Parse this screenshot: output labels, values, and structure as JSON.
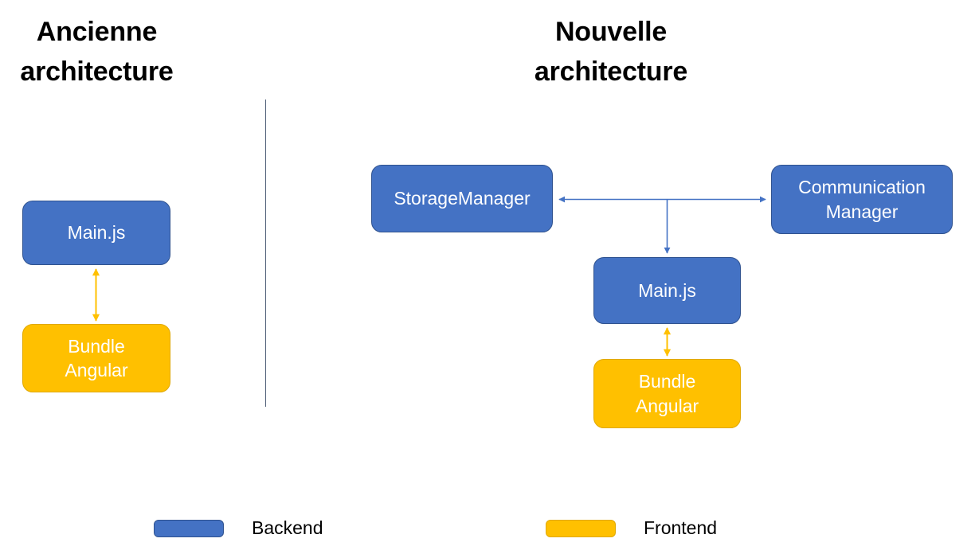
{
  "panels": {
    "old": {
      "title": "Ancienne\narchitecture",
      "nodes": [
        {
          "id": "old-main",
          "label": "Main.js",
          "layer": "backend"
        },
        {
          "id": "old-bundle",
          "label": "Bundle\nAngular",
          "layer": "frontend"
        }
      ]
    },
    "new": {
      "title": "Nouvelle\narchitecture",
      "nodes": [
        {
          "id": "storage",
          "label": "StorageManager",
          "layer": "backend"
        },
        {
          "id": "comm",
          "label": "Communication\nManager",
          "layer": "backend"
        },
        {
          "id": "new-main",
          "label": "Main.js",
          "layer": "backend"
        },
        {
          "id": "new-bundle",
          "label": "Bundle\nAngular",
          "layer": "frontend"
        }
      ]
    }
  },
  "connectors": [
    {
      "id": "old-main-bundle",
      "from": "old-main",
      "to": "old-bundle",
      "heads": "both",
      "color": "#FFC000",
      "orientation": "vertical"
    },
    {
      "id": "storage-comm",
      "from": "storage",
      "to": "comm",
      "heads": "both",
      "color": "#4472C4",
      "orientation": "horizontal"
    },
    {
      "id": "bus-to-new-main",
      "from": "storage-comm-bus",
      "to": "new-main",
      "heads": "end",
      "color": "#4472C4",
      "orientation": "vertical"
    },
    {
      "id": "new-main-bundle",
      "from": "new-main",
      "to": "new-bundle",
      "heads": "both",
      "color": "#FFC000",
      "orientation": "vertical"
    }
  ],
  "legend": {
    "items": [
      {
        "id": "backend",
        "label": "Backend",
        "color": "#4472C4"
      },
      {
        "id": "frontend",
        "label": "Frontend",
        "color": "#FFC000"
      }
    ]
  },
  "divider": {
    "color": "#53627a"
  },
  "colors": {
    "backend": "#4472C4",
    "backend_border": "#2F528F",
    "frontend": "#FFC000",
    "frontend_border": "#E0A800",
    "text_on_node": "#FFFFFF",
    "title": "#000000",
    "background": "#FFFFFF"
  }
}
